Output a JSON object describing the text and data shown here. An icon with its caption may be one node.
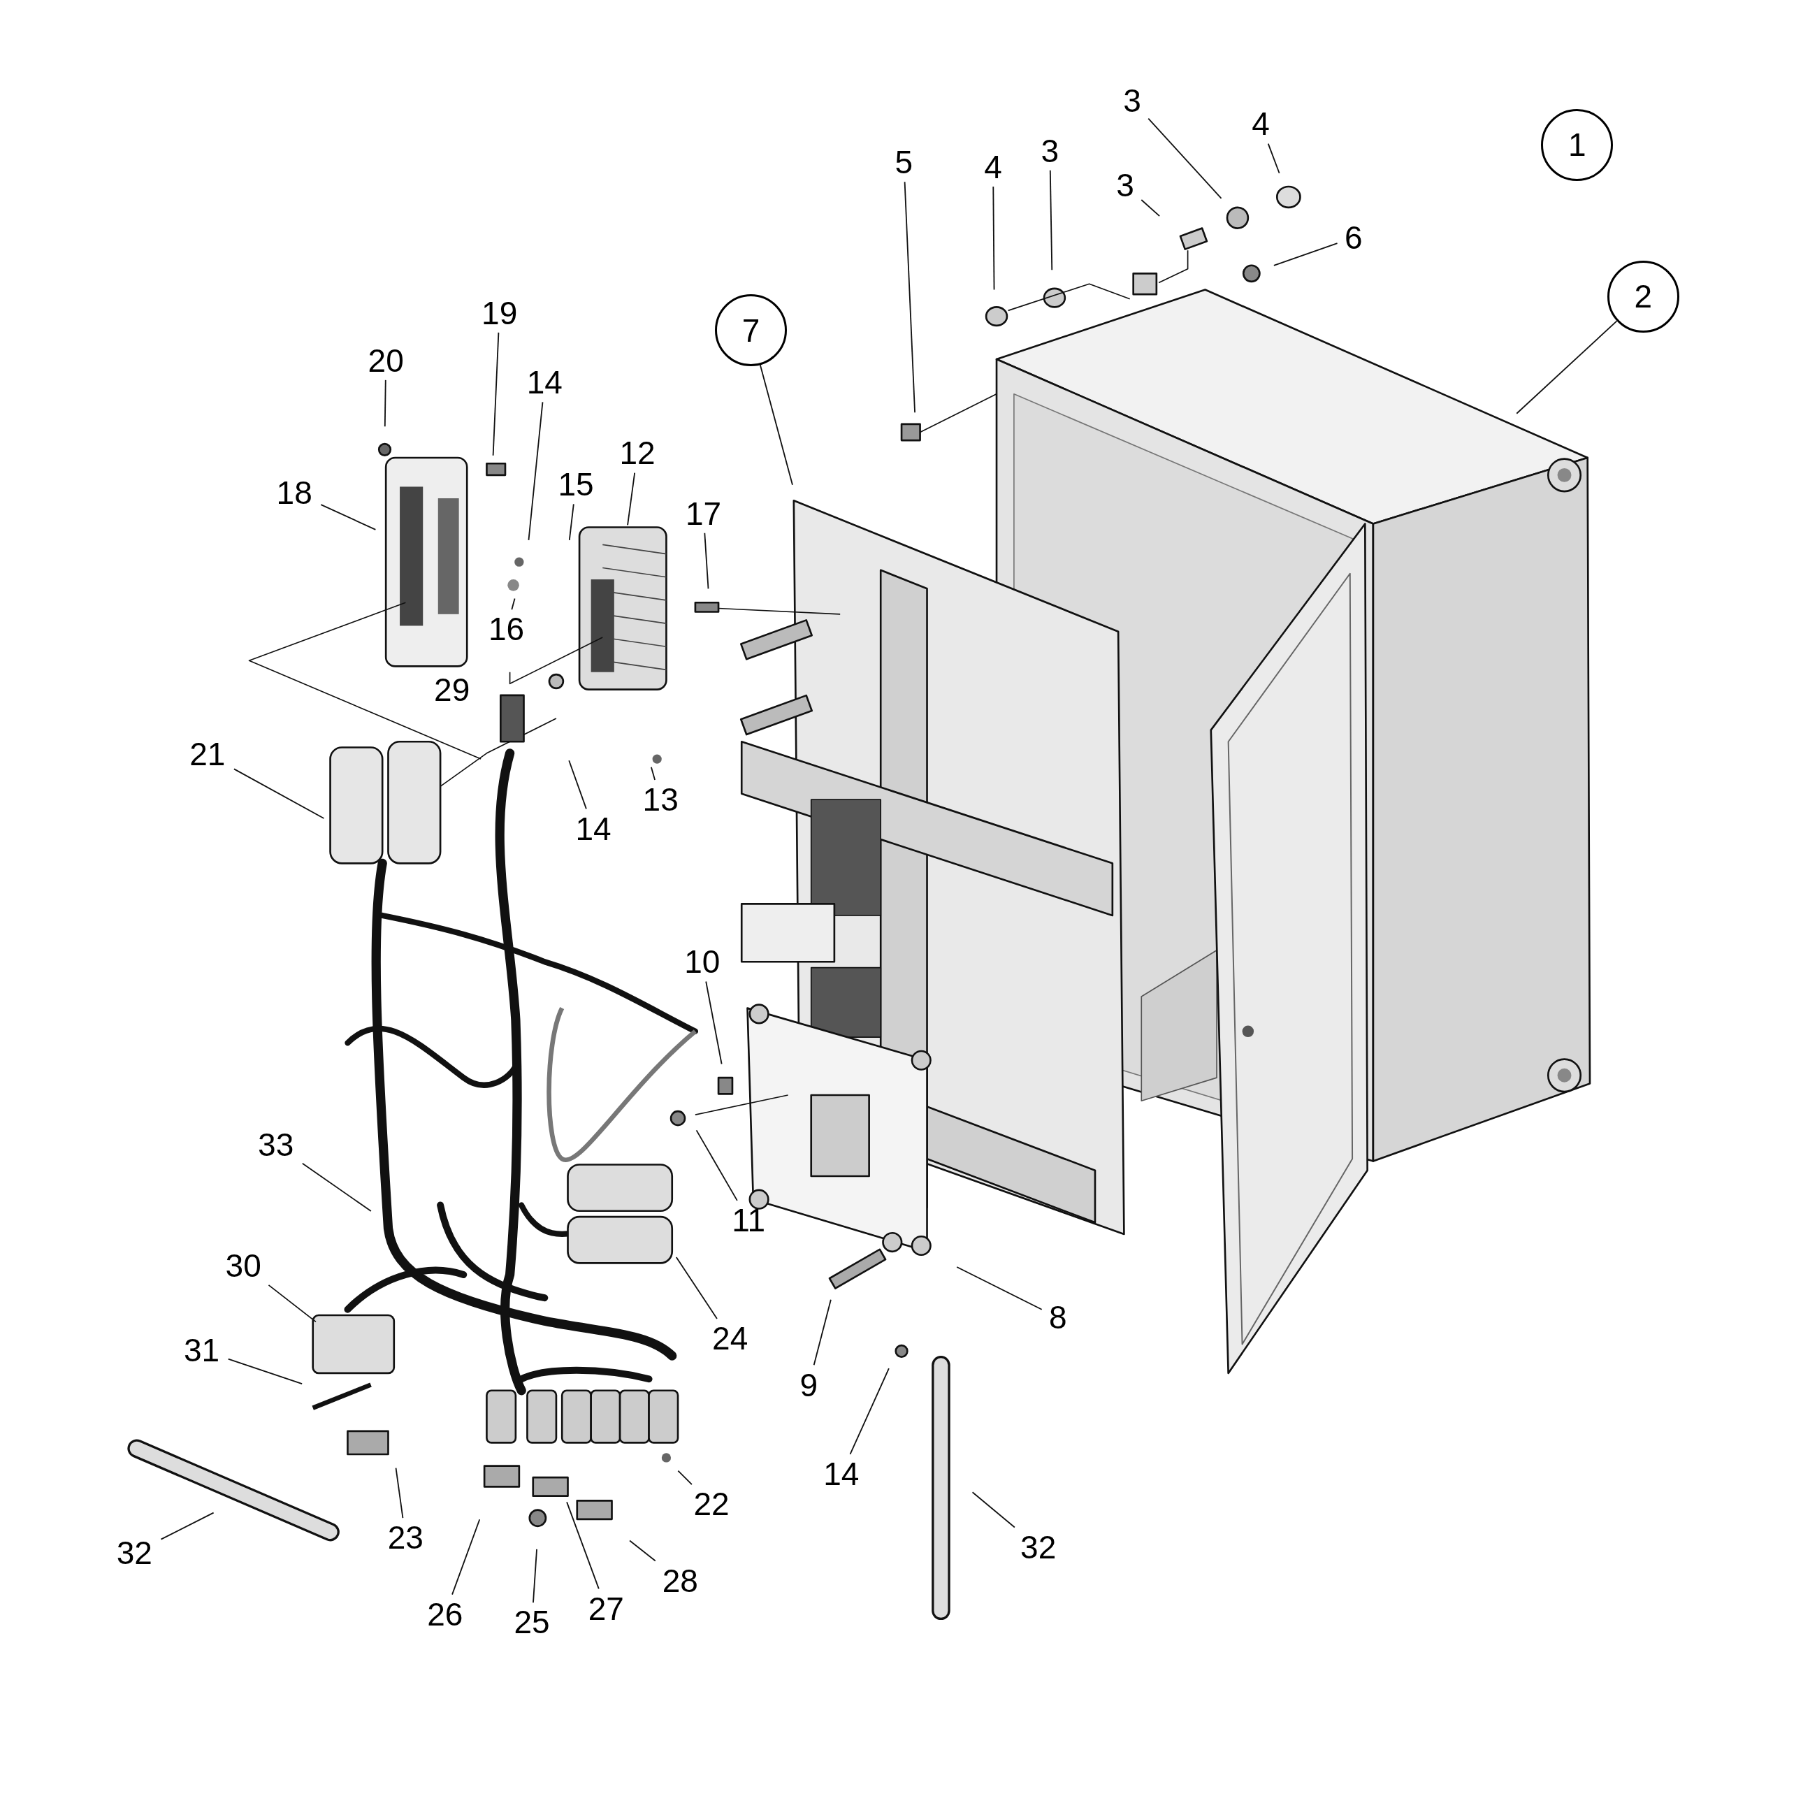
{
  "diagram": {
    "nodes": [
      {
        "text": [
          "1"
        ]
      },
      {
        "text": [
          "3"
        ]
      },
      {
        "text": [
          "4"
        ]
      },
      {
        "text": [
          "3"
        ]
      },
      {
        "text": [
          "5"
        ]
      },
      {
        "text": [
          "4"
        ]
      },
      {
        "text": [
          "3"
        ]
      },
      {
        "text": [
          "6"
        ]
      },
      {
        "text": [
          "2"
        ]
      },
      {
        "text": [
          "19"
        ]
      },
      {
        "text": [
          "7"
        ]
      },
      {
        "text": [
          "20"
        ]
      },
      {
        "text": [
          "14"
        ]
      },
      {
        "text": [
          "12"
        ]
      },
      {
        "text": [
          "15"
        ]
      },
      {
        "text": [
          "18"
        ]
      },
      {
        "text": [
          "17"
        ]
      },
      {
        "text": [
          "16"
        ]
      },
      {
        "text": [
          "29"
        ]
      },
      {
        "text": [
          "21"
        ]
      },
      {
        "text": [
          "13"
        ]
      },
      {
        "text": [
          "14"
        ]
      },
      {
        "text": [
          "10"
        ]
      },
      {
        "text": [
          "33"
        ]
      },
      {
        "text": [
          "11"
        ]
      },
      {
        "text": [
          "30"
        ]
      },
      {
        "text": [
          "8"
        ]
      },
      {
        "text": [
          "24"
        ]
      },
      {
        "text": [
          "31"
        ]
      },
      {
        "text": [
          "9"
        ]
      },
      {
        "text": [
          "14"
        ]
      },
      {
        "text": [
          "22"
        ]
      },
      {
        "text": [
          "23"
        ]
      },
      {
        "text": [
          "32"
        ]
      },
      {
        "text": [
          "32"
        ]
      },
      {
        "text": [
          "28"
        ]
      },
      {
        "text": [
          "27"
        ]
      },
      {
        "text": [
          "26"
        ]
      },
      {
        "text": [
          "25"
        ]
      }
    ],
    "edges": [
      {
        "from": 1,
        "to": null,
        "arrow": "none"
      },
      {
        "from": 2,
        "to": null,
        "arrow": "none"
      },
      {
        "from": 3,
        "to": null,
        "arrow": "none"
      },
      {
        "from": 4,
        "to": null,
        "arrow": "none"
      },
      {
        "from": 5,
        "to": null,
        "arrow": "none"
      },
      {
        "from": 6,
        "to": null,
        "arrow": "none"
      },
      {
        "from": 7,
        "to": null,
        "arrow": "none"
      },
      {
        "from": 8,
        "to": null,
        "arrow": "none"
      },
      {
        "from": 9,
        "to": null,
        "arrow": "none"
      },
      {
        "from": 10,
        "to": null,
        "arrow": "none"
      },
      {
        "from": 11,
        "to": null,
        "arrow": "none"
      },
      {
        "from": 12,
        "to": null,
        "arrow": "none"
      },
      {
        "from": 13,
        "to": null,
        "arrow": "none"
      },
      {
        "from": 14,
        "to": null,
        "arrow": "none"
      },
      {
        "from": 15,
        "to": null,
        "arrow": "none"
      },
      {
        "from": 16,
        "to": null,
        "arrow": "none"
      },
      {
        "from": 17,
        "to": null,
        "arrow": "none"
      },
      {
        "from": 19,
        "to": null,
        "arrow": "none"
      },
      {
        "from": 20,
        "to": null,
        "arrow": "none"
      },
      {
        "from": 21,
        "to": null,
        "arrow": "none"
      },
      {
        "from": 22,
        "to": null,
        "arrow": "none"
      },
      {
        "from": 23,
        "to": null,
        "arrow": "none"
      },
      {
        "from": 24,
        "to": null,
        "arrow": "none"
      },
      {
        "from": 25,
        "to": null,
        "arrow": "none"
      },
      {
        "from": 26,
        "to": null,
        "arrow": "none"
      },
      {
        "from": 27,
        "to": null,
        "arrow": "none"
      },
      {
        "from": 28,
        "to": null,
        "arrow": "none"
      },
      {
        "from": 29,
        "to": null,
        "arrow": "none"
      },
      {
        "from": 30,
        "to": null,
        "arrow": "none"
      },
      {
        "from": 31,
        "to": null,
        "arrow": "none"
      },
      {
        "from": 32,
        "to": null,
        "arrow": "none"
      },
      {
        "from": 33,
        "to": null,
        "arrow": "none"
      },
      {
        "from": 34,
        "to": null,
        "arrow": "none"
      },
      {
        "from": 35,
        "to": null,
        "arrow": "none"
      },
      {
        "from": 36,
        "to": null,
        "arrow": "none"
      },
      {
        "from": 37,
        "to": null,
        "arrow": "none"
      },
      {
        "from": 38,
        "to": null,
        "arrow": "none"
      }
    ]
  }
}
